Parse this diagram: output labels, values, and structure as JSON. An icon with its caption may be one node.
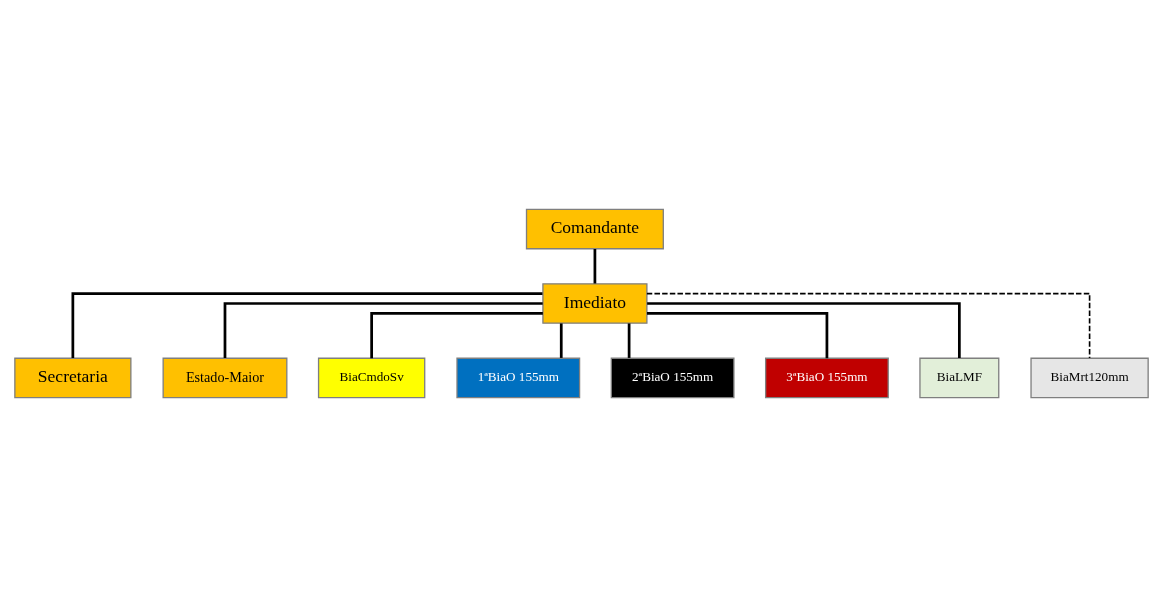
{
  "diagram": {
    "nodes": [
      {
        "text": [
          "Comandante"
        ]
      },
      {
        "text": [
          "Imediato"
        ]
      },
      {
        "text": [
          "Secretaria"
        ]
      },
      {
        "text": [
          "Estado-Maior"
        ]
      },
      {
        "text": [
          "BiaCmdoSv"
        ]
      },
      {
        "text": [
          "1ªBiaO 155mm"
        ]
      },
      {
        "text": [
          "2ªBiaO 155mm"
        ]
      },
      {
        "text": [
          "3ªBiaO 155mm"
        ]
      },
      {
        "text": [
          "BiaLMF"
        ]
      },
      {
        "text": [
          "BiaMrt120mm"
        ]
      }
    ],
    "edges": [
      {
        "from": 0,
        "to": 1,
        "arrow": "none"
      },
      {
        "from": 1,
        "to": 2,
        "arrow": "none"
      },
      {
        "from": 1,
        "to": 3,
        "arrow": "none"
      },
      {
        "from": 1,
        "to": 4,
        "arrow": "none"
      },
      {
        "from": 1,
        "to": 5,
        "arrow": "none"
      },
      {
        "from": 1,
        "to": 6,
        "arrow": "none"
      },
      {
        "from": 1,
        "to": 7,
        "arrow": "none"
      },
      {
        "from": 1,
        "to": 8,
        "arrow": "none"
      },
      {
        "from": 1,
        "to": 9,
        "arrow": "none",
        "style": "dashed"
      }
    ]
  }
}
